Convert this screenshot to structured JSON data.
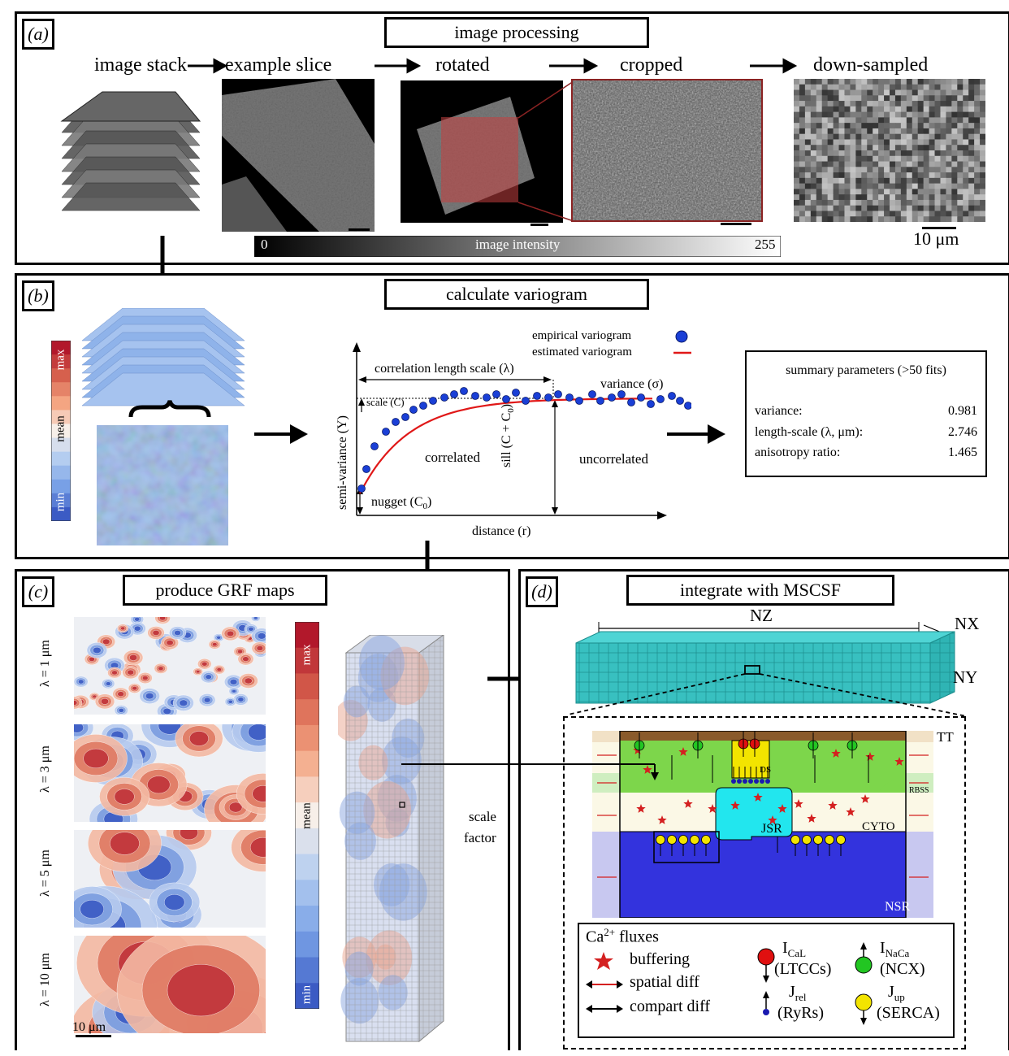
{
  "panel_a": {
    "label": "(a)",
    "title": "image processing",
    "steps": [
      "image stack",
      "example slice",
      "rotated",
      "cropped",
      "down-sampled"
    ],
    "colorbar": {
      "min": "0",
      "label": "image intensity",
      "max": "255"
    },
    "scale_bar": "10 μm"
  },
  "panel_b": {
    "label": "(b)",
    "title": "calculate variogram",
    "colorbar": {
      "max": "max",
      "mean": "mean",
      "min": "min"
    },
    "legend": {
      "empirical": "empirical variogram",
      "estimated": "estimated variogram"
    },
    "labels": {
      "corr_length": "correlation length scale (λ)",
      "variance": "variance (σ)",
      "scale": "scale (C)",
      "sill": "sill (C + C",
      "sill_sub": "0",
      "sill_end": ")",
      "nugget": "nugget (C",
      "nugget_sub": "0",
      "nugget_end": ")",
      "correlated": "correlated",
      "uncorrelated": "uncorrelated",
      "ylabel": "semi-variance (Y)",
      "xlabel": "distance (r)"
    },
    "summary": {
      "title": "summary parameters (>50 fits)",
      "rows": [
        {
          "name": "variance:",
          "value": "0.981"
        },
        {
          "name": "length-scale (λ, μm):",
          "value": "2.746"
        },
        {
          "name": "anisotropy ratio:",
          "value": "1.465"
        }
      ]
    }
  },
  "panel_c": {
    "label": "(c)",
    "title": "produce GRF maps",
    "maps": [
      "λ = 1 μm",
      "λ = 3 μm",
      "λ = 5 μm",
      "λ = 10 μm"
    ],
    "scale_bar": "10 μm",
    "colorbar": {
      "max": "max",
      "mean": "mean",
      "min": "min"
    },
    "scale_factor": [
      "scale",
      "factor"
    ]
  },
  "panel_d": {
    "label": "(d)",
    "title": "integrate with MSCSF",
    "dims": {
      "nz": "NZ",
      "nx": "NX",
      "ny": "NY"
    },
    "compartments": {
      "tt": "TT",
      "ds": "DS",
      "rbss": "RBSS",
      "jsr": "JSR",
      "cyto": "CYTO",
      "nsr": "NSR"
    },
    "legend": {
      "header": "Ca",
      "header_sup": "2+",
      "header_rest": " fluxes",
      "buffering": "buffering",
      "spatial": "spatial diff",
      "compart": "compart diff",
      "ical": "I",
      "ical_sub": "CaL",
      "ltcc": "(LTCCs)",
      "inaca": "I",
      "inaca_sub": "NaCa",
      "ncx": "(NCX)",
      "jrel": "J",
      "jrel_sub": "rel",
      "ryr": "(RyRs)",
      "jup": "J",
      "jup_sub": "up",
      "serca": "(SERCA)"
    }
  },
  "colors": {
    "grf_red": "#c0333a",
    "grf_blue": "#4a6fc8",
    "cyan_mesh": "#38c0c0",
    "nsr": "#3333dd",
    "jsr": "#22e6ee",
    "ds": "#f3e400",
    "rbss": "#7dd64b",
    "tt": "#8a5a2b"
  }
}
